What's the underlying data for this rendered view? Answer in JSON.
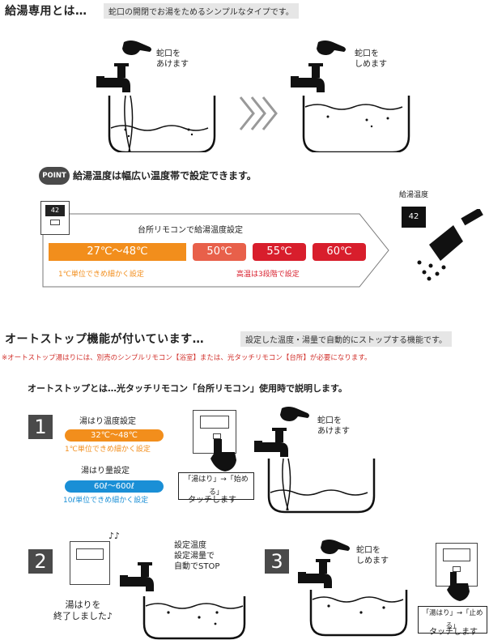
{
  "section1": {
    "heading": "給湯専用とは…",
    "description": "蛇口の開閉でお湯をためるシンプルなタイプです。",
    "step_open": "蛇口を\nあけます",
    "step_close": "蛇口を\nしめます"
  },
  "point": {
    "badge": "POINT",
    "text": "給湯温度は幅広い温度帯で設定できます。",
    "panel_title": "台所リモコンで給湯温度設定",
    "range_label": "27℃～48℃",
    "range_note": "1℃単位できめ細かく設定",
    "high_temps": [
      "50℃",
      "55℃",
      "60℃"
    ],
    "high_note": "高温は3段階で設定",
    "shower_label": "給湯温度",
    "display_value": "42",
    "colors": {
      "orange": "#f28e1c",
      "salmon": "#e8604a",
      "red": "#d81e2c"
    }
  },
  "section2": {
    "heading": "オートストップ機能が付いています…",
    "description": "設定した温度・湯量で自動的にストップする機能です。",
    "note": "※オートストップ湯はりには、別売のシンプルリモコン【浴室】または、光タッチリモコン【台所】が必要になります。",
    "subheading": "オートストップとは…光タッチリモコン「台所リモコン」使用時で説明します。"
  },
  "step1": {
    "number": "1",
    "temp_title": "湯はり温度設定",
    "temp_range": "32℃～48℃",
    "temp_note": "1℃単位できめ細かく設定",
    "vol_title": "湯はり量設定",
    "vol_range": "60ℓ～600ℓ",
    "vol_note": "10ℓ単位できめ細かく設定",
    "button_label": "「湯はり」→「始める」",
    "touch_label": "タッチします",
    "faucet_label": "蛇口を\nあけます",
    "colors": {
      "temp": "#f28e1c",
      "vol": "#1a8fd6"
    }
  },
  "step2": {
    "number": "2",
    "music": "♪♪",
    "done_label": "湯はりを\n終了しました♪",
    "stop_label": "設定温度\n設定湯量で\n自動でSTOP"
  },
  "step3": {
    "number": "3",
    "faucet_label": "蛇口を\nしめます",
    "button_label": "「湯はり」→「止める」",
    "touch_label": "タッチします"
  }
}
